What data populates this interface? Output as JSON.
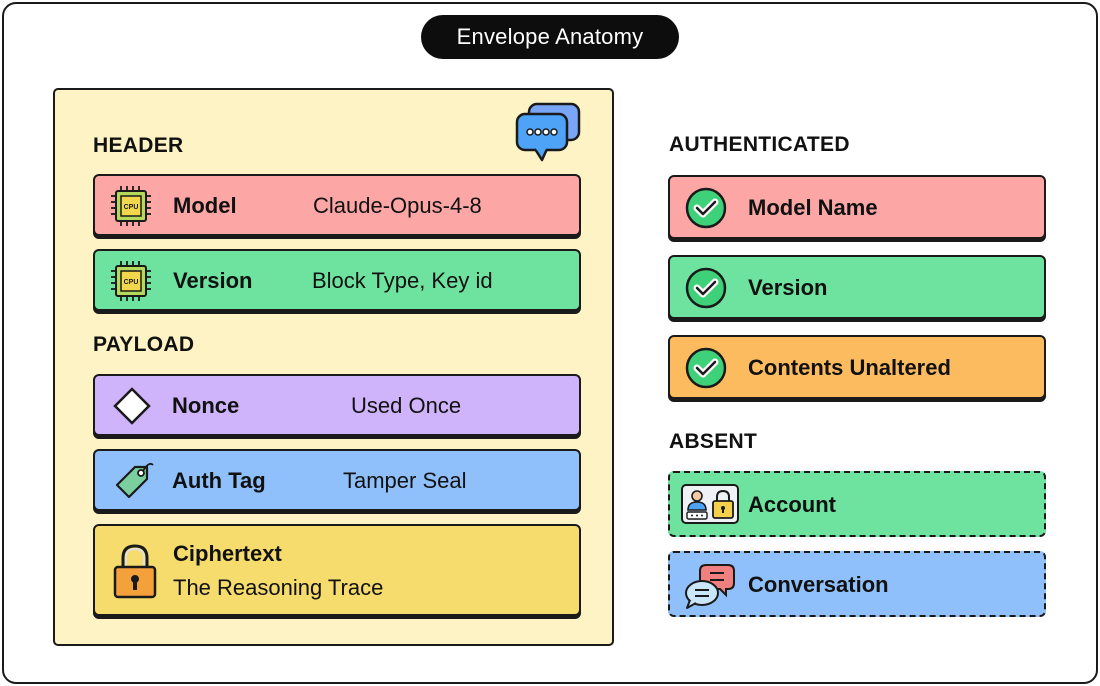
{
  "title": "Envelope Anatomy",
  "envelope": {
    "header_heading": "HEADER",
    "payload_heading": "PAYLOAD",
    "header_fields": [
      {
        "label": "Model",
        "value": "Claude-Opus-4-8",
        "icon": "cpu-chip-icon",
        "color": "#fca6a6"
      },
      {
        "label": "Version",
        "value": "Block Type, Key id",
        "icon": "cpu-chip-icon",
        "color": "#6ee3a0"
      }
    ],
    "payload_fields": [
      {
        "label": "Nonce",
        "value": "Used Once",
        "icon": "diamond-icon",
        "color": "#cfb3fb"
      },
      {
        "label": "Auth Tag",
        "value": "Tamper Seal",
        "icon": "tag-icon",
        "color": "#8fc0fb"
      },
      {
        "label": "Ciphertext",
        "value": "The Reasoning Trace",
        "icon": "padlock-icon",
        "color": "#f5dc6c"
      }
    ],
    "corner_icon": "chat-bubbles-icon"
  },
  "authenticated": {
    "heading": "AUTHENTICATED",
    "items": [
      {
        "label": "Model Name",
        "icon": "checkmark-icon",
        "color": "#fca6a6"
      },
      {
        "label": "Version",
        "icon": "checkmark-icon",
        "color": "#6ee3a0"
      },
      {
        "label": "Contents Unaltered",
        "icon": "checkmark-icon",
        "color": "#fdbb5f"
      }
    ]
  },
  "absent": {
    "heading": "ABSENT",
    "items": [
      {
        "label": "Account",
        "icon": "account-lock-icon",
        "color": "#6ee3a0"
      },
      {
        "label": "Conversation",
        "icon": "conversation-bubbles-icon",
        "color": "#8fc0fb"
      }
    ]
  }
}
